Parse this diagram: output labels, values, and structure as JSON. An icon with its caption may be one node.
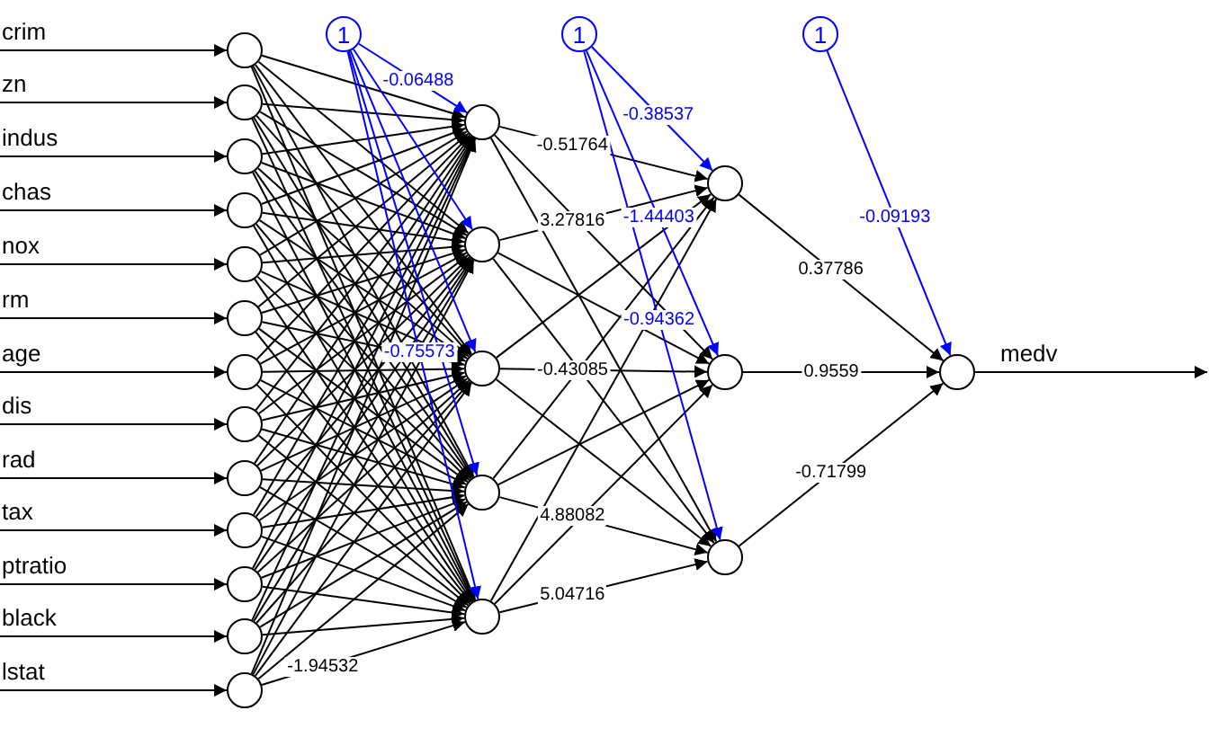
{
  "diagram": {
    "nodes": [
      {
        "text": [],
        "shape": "circle"
      },
      {
        "text": [],
        "shape": "circle"
      },
      {
        "text": [],
        "shape": "circle"
      },
      {
        "text": [],
        "shape": "circle"
      },
      {
        "text": [],
        "shape": "circle"
      },
      {
        "text": [],
        "shape": "circle"
      },
      {
        "text": [],
        "shape": "circle"
      },
      {
        "text": [],
        "shape": "circle"
      },
      {
        "text": [],
        "shape": "circle"
      },
      {
        "text": [],
        "shape": "circle"
      },
      {
        "text": [],
        "shape": "circle"
      },
      {
        "text": [],
        "shape": "circle"
      },
      {
        "text": [],
        "shape": "circle"
      },
      {
        "text": [
          "1"
        ]
      },
      {
        "text": [],
        "shape": "circle"
      },
      {
        "text": [],
        "shape": "circle"
      },
      {
        "text": [],
        "shape": "circle"
      },
      {
        "text": [],
        "shape": "circle"
      },
      {
        "text": [],
        "shape": "circle"
      },
      {
        "text": [
          "1"
        ]
      },
      {
        "text": [],
        "shape": "circle"
      },
      {
        "text": [],
        "shape": "circle"
      },
      {
        "text": [],
        "shape": "circle"
      },
      {
        "text": [
          "1"
        ]
      },
      {
        "text": [],
        "shape": "circle"
      }
    ],
    "edges": [
      {
        "from": null,
        "to": 0,
        "arrow": "to",
        "label": "crim"
      },
      {
        "from": null,
        "to": 1,
        "arrow": "to",
        "label": "zn"
      },
      {
        "from": null,
        "to": 2,
        "arrow": "to",
        "label": "indus"
      },
      {
        "from": null,
        "to": 3,
        "arrow": "to",
        "label": "chas"
      },
      {
        "from": null,
        "to": 4,
        "arrow": "to",
        "label": "nox"
      },
      {
        "from": null,
        "to": 5,
        "arrow": "to",
        "label": "rm"
      },
      {
        "from": null,
        "to": 6,
        "arrow": "to",
        "label": "age"
      },
      {
        "from": null,
        "to": 7,
        "arrow": "to",
        "label": "dis"
      },
      {
        "from": null,
        "to": 8,
        "arrow": "to",
        "label": "rad"
      },
      {
        "from": null,
        "to": 9,
        "arrow": "to",
        "label": "tax"
      },
      {
        "from": null,
        "to": 10,
        "arrow": "to",
        "label": "ptratio"
      },
      {
        "from": null,
        "to": 11,
        "arrow": "to",
        "label": "black"
      },
      {
        "from": null,
        "to": 12,
        "arrow": "to",
        "label": "lstat"
      },
      {
        "from": 0,
        "to": 14,
        "arrow": "to"
      },
      {
        "from": 0,
        "to": 15,
        "arrow": "to"
      },
      {
        "from": 0,
        "to": 16,
        "arrow": "to"
      },
      {
        "from": 0,
        "to": 17,
        "arrow": "to"
      },
      {
        "from": 0,
        "to": 18,
        "arrow": "to"
      },
      {
        "from": 1,
        "to": 14,
        "arrow": "to"
      },
      {
        "from": 1,
        "to": 15,
        "arrow": "to"
      },
      {
        "from": 1,
        "to": 16,
        "arrow": "to"
      },
      {
        "from": 1,
        "to": 17,
        "arrow": "to"
      },
      {
        "from": 1,
        "to": 18,
        "arrow": "to"
      },
      {
        "from": 2,
        "to": 14,
        "arrow": "to"
      },
      {
        "from": 2,
        "to": 15,
        "arrow": "to"
      },
      {
        "from": 2,
        "to": 16,
        "arrow": "to"
      },
      {
        "from": 2,
        "to": 17,
        "arrow": "to"
      },
      {
        "from": 2,
        "to": 18,
        "arrow": "to"
      },
      {
        "from": 3,
        "to": 14,
        "arrow": "to"
      },
      {
        "from": 3,
        "to": 15,
        "arrow": "to"
      },
      {
        "from": 3,
        "to": 16,
        "arrow": "to"
      },
      {
        "from": 3,
        "to": 17,
        "arrow": "to"
      },
      {
        "from": 3,
        "to": 18,
        "arrow": "to"
      },
      {
        "from": 4,
        "to": 14,
        "arrow": "to"
      },
      {
        "from": 4,
        "to": 15,
        "arrow": "to"
      },
      {
        "from": 4,
        "to": 16,
        "arrow": "to"
      },
      {
        "from": 4,
        "to": 17,
        "arrow": "to"
      },
      {
        "from": 4,
        "to": 18,
        "arrow": "to"
      },
      {
        "from": 5,
        "to": 14,
        "arrow": "to"
      },
      {
        "from": 5,
        "to": 15,
        "arrow": "to"
      },
      {
        "from": 5,
        "to": 16,
        "arrow": "to"
      },
      {
        "from": 5,
        "to": 17,
        "arrow": "to"
      },
      {
        "from": 5,
        "to": 18,
        "arrow": "to"
      },
      {
        "from": 6,
        "to": 14,
        "arrow": "to"
      },
      {
        "from": 6,
        "to": 15,
        "arrow": "to"
      },
      {
        "from": 6,
        "to": 16,
        "arrow": "to"
      },
      {
        "from": 6,
        "to": 17,
        "arrow": "to"
      },
      {
        "from": 6,
        "to": 18,
        "arrow": "to"
      },
      {
        "from": 7,
        "to": 14,
        "arrow": "to"
      },
      {
        "from": 7,
        "to": 15,
        "arrow": "to"
      },
      {
        "from": 7,
        "to": 16,
        "arrow": "to"
      },
      {
        "from": 7,
        "to": 17,
        "arrow": "to"
      },
      {
        "from": 7,
        "to": 18,
        "arrow": "to"
      },
      {
        "from": 8,
        "to": 14,
        "arrow": "to"
      },
      {
        "from": 8,
        "to": 15,
        "arrow": "to"
      },
      {
        "from": 8,
        "to": 16,
        "arrow": "to"
      },
      {
        "from": 8,
        "to": 17,
        "arrow": "to"
      },
      {
        "from": 8,
        "to": 18,
        "arrow": "to"
      },
      {
        "from": 9,
        "to": 14,
        "arrow": "to"
      },
      {
        "from": 9,
        "to": 15,
        "arrow": "to"
      },
      {
        "from": 9,
        "to": 16,
        "arrow": "to"
      },
      {
        "from": 9,
        "to": 17,
        "arrow": "to"
      },
      {
        "from": 9,
        "to": 18,
        "arrow": "to"
      },
      {
        "from": 10,
        "to": 14,
        "arrow": "to"
      },
      {
        "from": 10,
        "to": 15,
        "arrow": "to"
      },
      {
        "from": 10,
        "to": 16,
        "arrow": "to"
      },
      {
        "from": 10,
        "to": 17,
        "arrow": "to"
      },
      {
        "from": 10,
        "to": 18,
        "arrow": "to"
      },
      {
        "from": 11,
        "to": 14,
        "arrow": "to"
      },
      {
        "from": 11,
        "to": 15,
        "arrow": "to"
      },
      {
        "from": 11,
        "to": 16,
        "arrow": "to"
      },
      {
        "from": 11,
        "to": 17,
        "arrow": "to"
      },
      {
        "from": 11,
        "to": 18,
        "arrow": "to"
      },
      {
        "from": 12,
        "to": 14,
        "arrow": "to"
      },
      {
        "from": 12,
        "to": 15,
        "arrow": "to"
      },
      {
        "from": 12,
        "to": 16,
        "arrow": "to"
      },
      {
        "from": 12,
        "to": 17,
        "arrow": "to"
      },
      {
        "from": 12,
        "to": 18,
        "arrow": "to",
        "label": "-1.94532"
      },
      {
        "from": 13,
        "to": 14,
        "arrow": "to",
        "label": "-0.06488",
        "color": "#0000ff"
      },
      {
        "from": 13,
        "to": 15,
        "arrow": "to",
        "color": "#0000ff"
      },
      {
        "from": 13,
        "to": 16,
        "arrow": "to",
        "color": "#0000ff"
      },
      {
        "from": 13,
        "to": 17,
        "arrow": "to",
        "color": "#0000ff"
      },
      {
        "from": 13,
        "to": 18,
        "arrow": "to",
        "label": "-0.75573",
        "color": "#0000ff"
      },
      {
        "from": 14,
        "to": 20,
        "arrow": "to",
        "label": "-0.51764"
      },
      {
        "from": 14,
        "to": 21,
        "arrow": "to"
      },
      {
        "from": 14,
        "to": 22,
        "arrow": "to"
      },
      {
        "from": 15,
        "to": 20,
        "arrow": "to",
        "label": "3.27816"
      },
      {
        "from": 15,
        "to": 21,
        "arrow": "to"
      },
      {
        "from": 15,
        "to": 22,
        "arrow": "to"
      },
      {
        "from": 16,
        "to": 20,
        "arrow": "to"
      },
      {
        "from": 16,
        "to": 21,
        "arrow": "to",
        "label": "-0.43085"
      },
      {
        "from": 16,
        "to": 22,
        "arrow": "to"
      },
      {
        "from": 17,
        "to": 20,
        "arrow": "to"
      },
      {
        "from": 17,
        "to": 21,
        "arrow": "to"
      },
      {
        "from": 17,
        "to": 22,
        "arrow": "to",
        "label": "4.88082"
      },
      {
        "from": 18,
        "to": 20,
        "arrow": "to"
      },
      {
        "from": 18,
        "to": 21,
        "arrow": "to"
      },
      {
        "from": 18,
        "to": 22,
        "arrow": "to",
        "label": "5.04716"
      },
      {
        "from": 19,
        "to": 20,
        "arrow": "to",
        "label": "-0.38537",
        "color": "#0000ff"
      },
      {
        "from": 19,
        "to": 21,
        "arrow": "to",
        "label": "-1.44403",
        "color": "#0000ff"
      },
      {
        "from": 19,
        "to": 22,
        "arrow": "to",
        "label": "-0.94362",
        "color": "#0000ff"
      },
      {
        "from": 20,
        "to": 24,
        "arrow": "to",
        "label": "0.37786"
      },
      {
        "from": 21,
        "to": 24,
        "arrow": "to",
        "label": "0.9559"
      },
      {
        "from": 22,
        "to": 24,
        "arrow": "to",
        "label": "-0.71799"
      },
      {
        "from": 23,
        "to": 24,
        "arrow": "to",
        "label": "-0.09193",
        "color": "#0000ff"
      },
      {
        "from": 24,
        "to": null,
        "arrow": "to",
        "label": "medv"
      }
    ]
  }
}
